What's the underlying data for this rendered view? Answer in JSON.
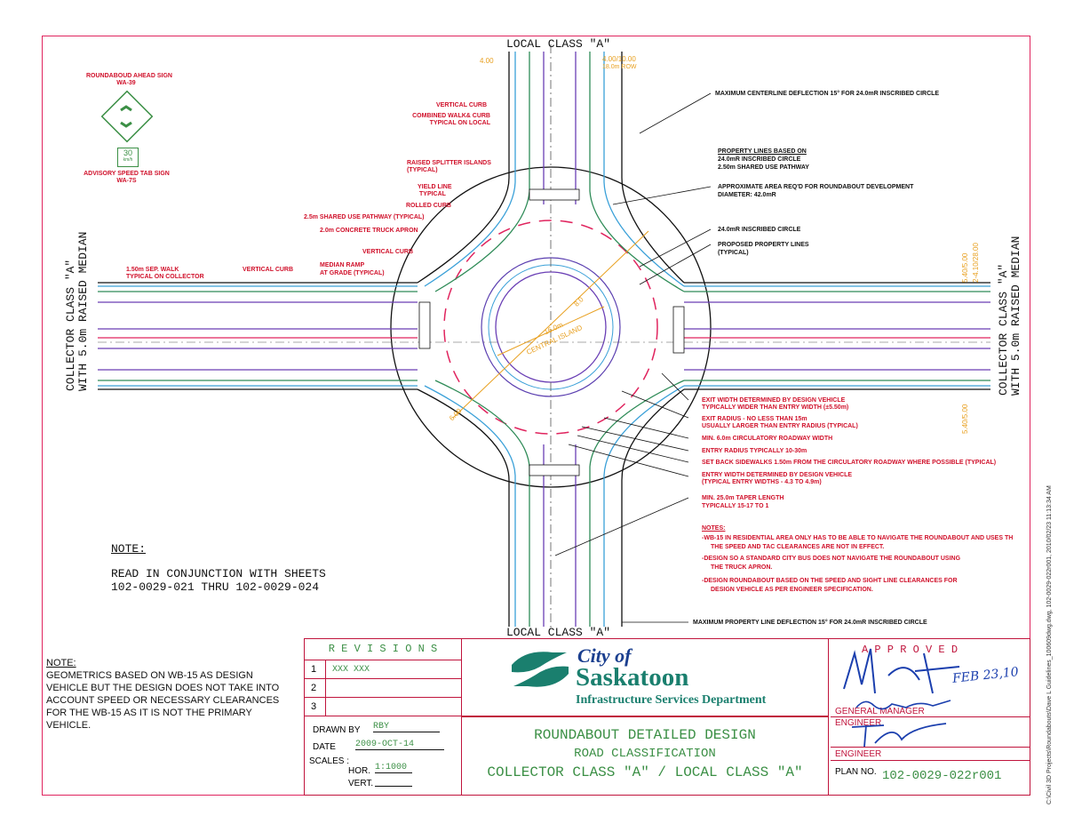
{
  "road_labels": {
    "local_top": "LOCAL CLASS \"A\"",
    "local_bottom": "LOCAL CLASS \"A\"",
    "collector_left_1": "COLLECTOR CLASS \"A\"",
    "collector_left_2": "WITH 5.0m RAISED MEDIAN",
    "collector_right_1": "COLLECTOR CLASS \"A\"",
    "collector_right_2": "WITH 5.0m RAISED MEDIAN"
  },
  "dims": {
    "top_left": "4.00",
    "top_right": "4.00/10.00",
    "row": "18.0m ROW",
    "right_top_1": "5.40/5.00",
    "right_top_2": "2-4.10/28.00",
    "right_bottom": "5.40/5.00",
    "central_dia": "16.0m",
    "central_island": "CENTRAL ISLAND",
    "dim_80_a": "8.0",
    "dim_600": "6.00"
  },
  "signs": {
    "ahead_title": "ROUNDABOUD AHEAD SIGN",
    "ahead_code": "WA-39",
    "speed_value": "30",
    "speed_unit": "km/h",
    "speed_title": "ADVISORY SPEED TAB SIGN",
    "speed_code": "WA-7S"
  },
  "left_callouts": {
    "vertical_curb_top": "VERTICAL CURB",
    "combined_walk_1": "COMBINED WALK& CURB",
    "combined_walk_2": "TYPICAL ON LOCAL",
    "splitter_1": "RAISED SPLITTER ISLANDS",
    "splitter_2": "(TYPICAL)",
    "yield_1": "YIELD LINE",
    "yield_2": "TYPICAL",
    "rolled": "ROLLED CURB",
    "pathway": "2.5m SHARED USE PATHWAY (TYPICAL)",
    "apron": "2.0m CONCRETE TRUCK APRON",
    "vertical_curb_mid": "VERTICAL CURB",
    "sep_walk_1": "1.50m SEP. WALK",
    "sep_walk_2": "TYPICAL ON COLLECTOR",
    "vertical_curb_left": "VERTICAL CURB",
    "median_ramp_1": "MEDIAN RAMP",
    "median_ramp_2": "AT GRADE (TYPICAL)"
  },
  "right_callouts": {
    "max_deflection": "MAXIMUM CENTERLINE DEFLECTION 15° FOR 24.0mR INSCRIBED CIRCLE",
    "prop_based_1": "PROPERTY LINES BASED ON",
    "prop_based_2": "24.0mR INSCRIBED CIRCLE",
    "prop_based_3": "2.50m SHARED USE PATHWAY",
    "approx_1": "APPROXIMATE AREA REQ'D FOR ROUNDABOUT DEVELOPMENT",
    "approx_2": "DIAMETER: 42.0mR",
    "inscribed": "24.0mR INSCRIBED CIRCLE",
    "proposed_1": "PROPOSED PROPERTY LINES",
    "proposed_2": "(TYPICAL)",
    "exit_width_1": "EXIT WIDTH DETERMINED BY DESIGN VEHICLE",
    "exit_width_2": "TYPICALLY WIDER THAN ENTRY WIDTH (±5.50m)",
    "exit_radius_1": "EXIT RADIUS - NO LESS THAN 15m",
    "exit_radius_2": "USUALLY LARGER THAN ENTRY RADIUS (TYPICAL)",
    "min_circ": "MIN. 6.0m CIRCULATORY ROADWAY WIDTH",
    "entry_radius": "ENTRY RADIUS TYPICALLY 10-30m",
    "set_back": "SET BACK SIDEWALKS 1.50m FROM THE CIRCULATORY ROADWAY WHERE POSSIBLE (TYPICAL)",
    "entry_width_1": "ENTRY WIDTH DETERMINED BY DESIGN VEHICLE",
    "entry_width_2": "(TYPICAL ENTRY WIDTHS - 4.3 TO 4.9m)",
    "taper_1": "MIN. 25.0m TAPER LENGTH",
    "taper_2": "TYPICALLY 15-17 TO 1",
    "notes_title": "NOTES:",
    "note_1a": "-WB-15 IN RESIDENTIAL AREA ONLY HAS TO BE ABLE TO NAVIGATE THE ROUNDABOUT AND USES TH",
    "note_1b": "THE SPEED AND TAC CLEARANCES ARE NOT IN EFFECT.",
    "note_2a": "-DESIGN SO A STANDARD CITY BUS DOES NOT NAVIGATE THE ROUNDABOUT USING",
    "note_2b": "THE TRUCK APRON.",
    "note_3a": "-DESIGN ROUNDABOUT BASED ON THE SPEED AND SIGHT LINE CLEARANCES FOR",
    "note_3b": "DESIGN VEHICLE AS PER ENGINEER SPECIFICATION.",
    "max_prop": "MAXIMUM PROPERTY LINE DEFLECTION 15° FOR 24.0mR INSCRIBED CIRCLE"
  },
  "note_center": {
    "title": "NOTE:",
    "line1": "READ IN CONJUNCTION WITH SHEETS",
    "line2": "102-0029-021 THRU 102-0029-024"
  },
  "note_left": {
    "title": "NOTE:",
    "line1": "GEOMETRICS BASED ON WB-15 AS DESIGN",
    "line2": "VEHICLE BUT THE DESIGN DOES NOT TAKE INTO",
    "line3": "ACCOUNT SPEED OR NECESSARY CLEARANCES",
    "line4": "FOR THE WB-15 AS IT IS NOT THE PRIMARY",
    "line5": "VEHICLE."
  },
  "revisions": {
    "title": "R E V I S I O N S",
    "rows": [
      {
        "num": "1",
        "text": "XXX XXX"
      },
      {
        "num": "2",
        "text": ""
      },
      {
        "num": "3",
        "text": ""
      }
    ]
  },
  "drawn": {
    "drawn_by_label": "DRAWN BY",
    "drawn_by": "RBY",
    "date_label": "DATE",
    "date": "2009-OCT-14",
    "scales_label": "SCALES :",
    "hor_label": "HOR.",
    "hor": "1:1000",
    "vert_label": "VERT."
  },
  "logo": {
    "city_of": "City of",
    "saskatoon": "Saskatoon",
    "dept": "Infrastructure Services Department"
  },
  "title_block": {
    "line1": "ROUNDABOUT DETAILED DESIGN",
    "line2": "ROAD CLASSIFICATION",
    "line3": "COLLECTOR CLASS \"A\" / LOCAL CLASS \"A\""
  },
  "approval": {
    "approved": "A P P R O V E D",
    "date_sig": "FEB 23,10",
    "general_manager": "GENERAL MANAGER",
    "engineer_1": "ENGINEER",
    "engineer_2": "ENGINEER",
    "plan_no_label": "PLAN NO.",
    "plan_no": "102-0029-022r001"
  },
  "file_path": "C:\\Civil 3D Projects\\Roundabouts\\Dave L Guidelines_100609dwg.dwg, 102-0029-022r001, 2010/02/23 11:13:34 AM",
  "colors": {
    "frame": "#e0245e",
    "callout_red": "#d0102a",
    "green": "#3b8f45",
    "logo_teal": "#1a7f6e",
    "logo_blue": "#1b3f8f"
  }
}
